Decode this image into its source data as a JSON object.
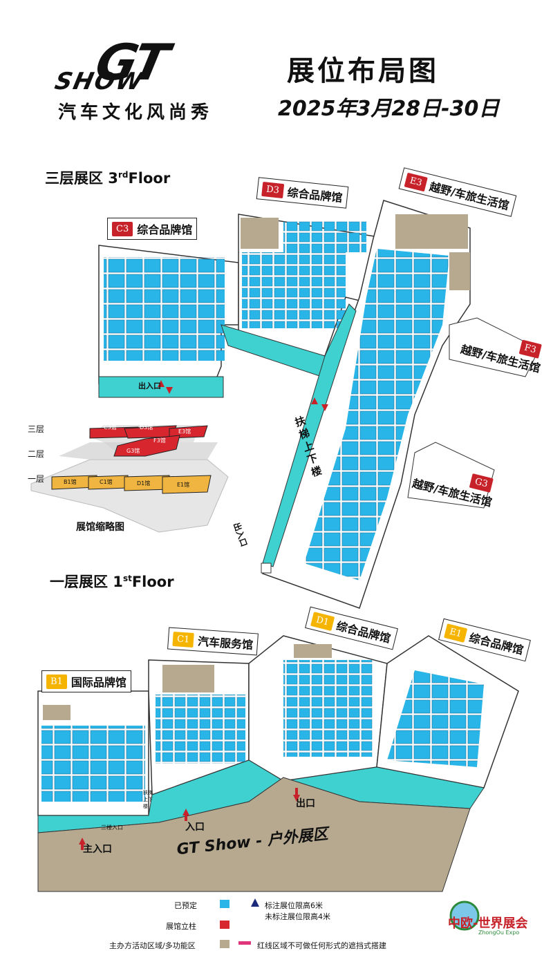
{
  "header": {
    "logo_main": "GT",
    "logo_show": "SHOW",
    "logo_subtitle": "汽车文化风尚秀",
    "title": "展位布局图",
    "date": "2025年3月28日-30日"
  },
  "floor3": {
    "label": "三层展区 3",
    "label_sup": "rd",
    "label_suffix": "Floor",
    "halls": [
      {
        "code": "C3",
        "name": "综合品牌馆"
      },
      {
        "code": "D3",
        "name": "综合品牌馆"
      },
      {
        "code": "E3",
        "name": "越野/车旅生活馆"
      },
      {
        "code": "F3",
        "name": "越野/车旅生活馆"
      },
      {
        "code": "G3",
        "name": "越野/车旅生活馆"
      }
    ],
    "escalator": "扶梯上下楼",
    "entrance_1": "出入口",
    "entrance_2": "出入口"
  },
  "overview": {
    "levels": [
      "三层",
      "二层",
      "一层"
    ],
    "upper_halls": [
      "C3馆",
      "D3馆",
      "E3馆",
      "F3馆",
      "G3馆"
    ],
    "lower_halls": [
      "B1馆",
      "C1馆",
      "D1馆",
      "E1馆"
    ],
    "caption": "展馆缩略图"
  },
  "floor1": {
    "label": "一层展区 1",
    "label_sup": "st",
    "label_suffix": "Floor",
    "halls": [
      {
        "code": "B1",
        "name": "国际品牌馆"
      },
      {
        "code": "C1",
        "name": "汽车服务馆"
      },
      {
        "code": "D1",
        "name": "综合品牌馆"
      },
      {
        "code": "E1",
        "name": "综合品牌馆"
      }
    ],
    "main_entrance": "主入口",
    "entrance": "入口",
    "exit": "出口",
    "floor3_entrance": "三楼入口",
    "escalator": "扶梯上下楼",
    "outdoor": "GT Show - 户外展区"
  },
  "legend": {
    "booked": "已预定",
    "pillar": "展馆立柱",
    "organizer": "主办方活动区域/多功能区",
    "height_6": "标注展位限高6米",
    "height_4": "未标注展位限高4米",
    "red_zone": "红线区域不可做任何形式的遮挡式搭建"
  },
  "colors": {
    "booked": "#29b5e8",
    "pillar": "#d8262f",
    "organizer": "#b6a990",
    "corridor": "#3fd1cf",
    "outdoor": "#b6a990",
    "hall_red": "#c7222a",
    "hall_gold": "#f5b400"
  },
  "watermark": {
    "text": "中欧-世界展会",
    "sub": "ZhongOu Expo"
  }
}
